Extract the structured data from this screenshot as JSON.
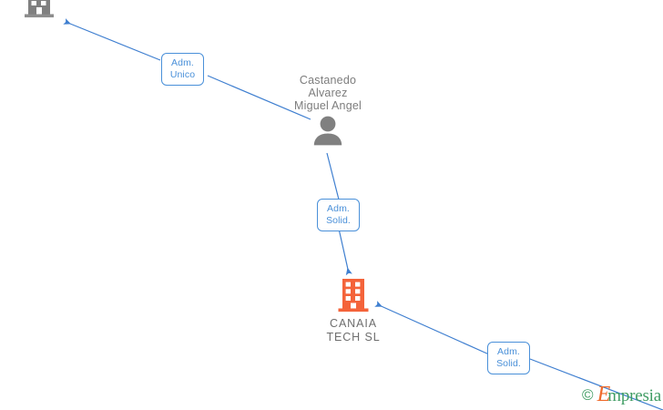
{
  "diagram": {
    "type": "corporate-relationship-graph",
    "accent_color": "#3f7fd0",
    "edge_color": "#3f7fd0",
    "company_icon_color": "#f4633a",
    "person_icon_color": "#808080",
    "inactive_company_icon_color": "#808080",
    "label_color": "#7d7d7d",
    "chip_border_color": "#4a90d9",
    "chip_text_color": "#4a90d9"
  },
  "nodes": {
    "top_company": {
      "label": "",
      "icon": "building-icon",
      "state": "cropped"
    },
    "person": {
      "label": "Castanedo\nAlvarez\nMiguel Angel",
      "icon": "person-icon"
    },
    "main_company": {
      "label": "CANAIA\nTECH  SL",
      "icon": "building-icon"
    }
  },
  "relations": [
    {
      "id": "adm-unico",
      "label": "Adm.\nUnico",
      "from": "person",
      "to": "top_company"
    },
    {
      "id": "adm-solid-center",
      "label": "Adm.\nSolid.",
      "from": "person",
      "to": "main_company"
    },
    {
      "id": "adm-solid-bottom-right",
      "label": "Adm.\nSolid.",
      "from": "offscreen",
      "to": "main_company"
    }
  ],
  "watermark": {
    "copyright": "©",
    "brand_initial": "E",
    "brand_rest": "mpresia"
  }
}
